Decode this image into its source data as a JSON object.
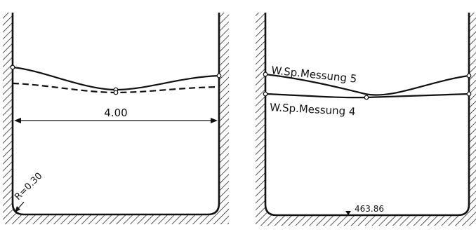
{
  "colors": {
    "ink": "#111111",
    "paper": "#ffffff"
  },
  "left_section": {
    "width_label": "4.00",
    "radius_label": "R=0.30"
  },
  "right_section": {
    "measurement_5_label": "W.Sp.Messung 5",
    "measurement_4_label": "W.Sp.Messung 4",
    "elevation_label": "463.86"
  }
}
